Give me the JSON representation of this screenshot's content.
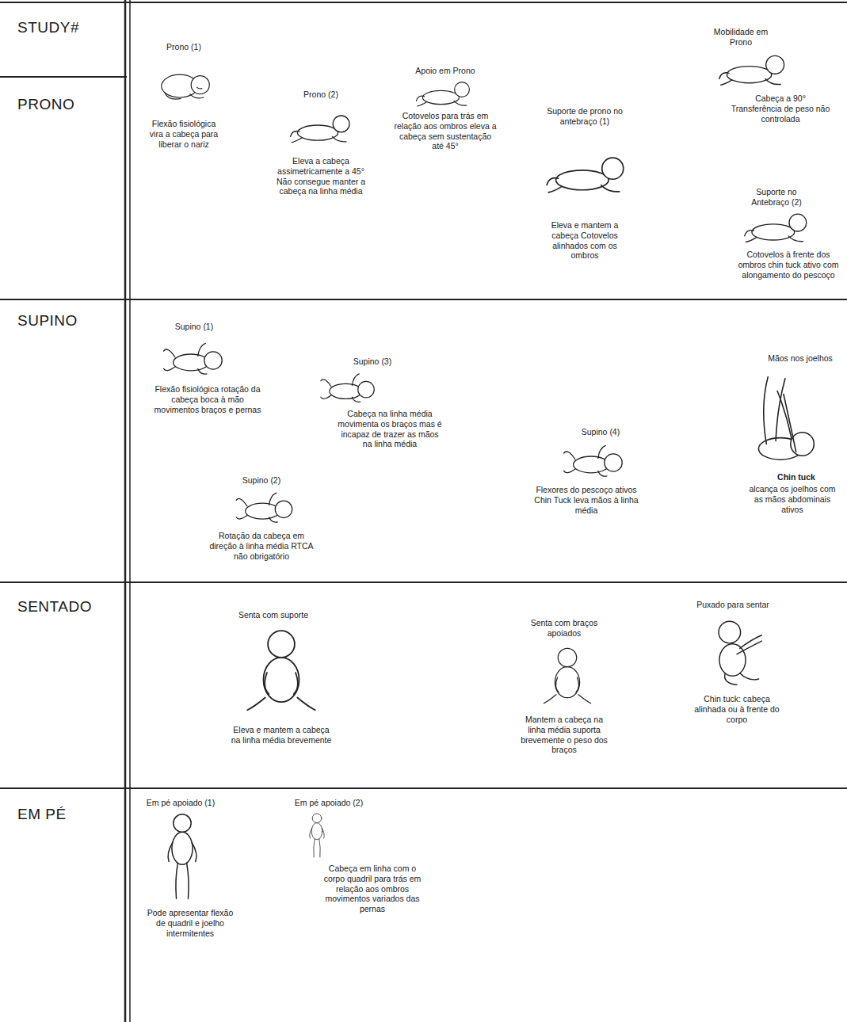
{
  "diagram": {
    "nodes": [
      {
        "text": [
          "STUDY#"
        ]
      },
      {
        "text": [
          "PRONO"
        ]
      },
      {
        "text": [
          "SUPINO"
        ]
      },
      {
        "text": [
          "SENTADO"
        ]
      },
      {
        "text": [
          "EM PÉ"
        ]
      }
    ],
    "labels": [
      "Prono (1)",
      "Flexão fisiológica vira a cabeça para liberar o nariz",
      "Prono (2)",
      "Eleva a cabeça assimetricamente a 45° Não consegue manter a cabeça na linha média",
      "Apoio em Prono",
      "Cotovelos para trás em relação aos ombros eleva a cabeça sem sustentação até 45°",
      "Suporte de prono no antebraço (1)",
      "Eleva e mantem a cabeça Cotovelos alinhados com os ombros",
      "Mobilidade em Prono",
      "Cabeça a 90° Transferência de peso não controlada",
      "Suporte no Antebraço (2)",
      "Cotovelos à frente dos ombros chin tuck ativo com alongamento do pescoço",
      "Supino (1)",
      "Flexão fisiológica rotação da cabeça boca à mão movimentos braços e pernas",
      "Supino (3)",
      "Cabeça na linha média movimenta os braços mas é incapaz de trazer as mãos na linha média",
      "Supino (2)",
      "Rotação da cabeça em direção à linha média RTCA não obrigatório",
      "Supino (4)",
      "Flexores do pescoço ativos Chin Tuck leva mãos à linha média",
      "Mãos nos joelhos",
      "Chin tuck",
      "alcança os joelhos com as mãos abdominais ativos",
      "Senta com suporte",
      "Eleva e mantem a cabeça na linha média brevemente",
      "Senta com braços apoiados",
      "Mantem a cabeça na linha média suporta brevemente o peso dos braços",
      "Puxado para sentar",
      "Chin tuck: cabeça alinhada ou à frente do corpo",
      "Em pé apoiado (1)",
      "Pode apresentar flexão de quadril e joelho intermitentes",
      "Em pé apoiado (2)",
      "Cabeça em linha com o corpo quadril para trás em relação aos ombros movimentos variados das pernas"
    ]
  }
}
